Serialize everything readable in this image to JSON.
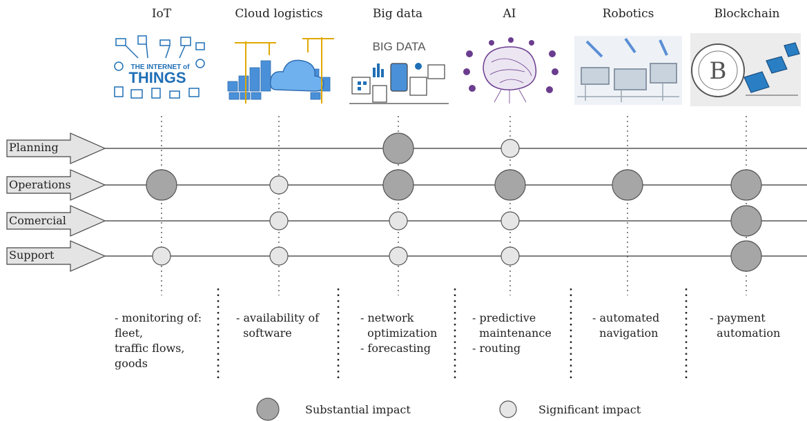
{
  "technologies": [
    {
      "title": "IoT",
      "image_text_1": "THE INTERNET of",
      "image_text_2": "THINGS"
    },
    {
      "title": "Cloud logistics"
    },
    {
      "title": "Big data",
      "image_text_1": "BIG DATA"
    },
    {
      "title": "AI"
    },
    {
      "title": "Robotics"
    },
    {
      "title": "Blockchain"
    }
  ],
  "rows": [
    {
      "label": "Planning"
    },
    {
      "label": "Operations"
    },
    {
      "label": "Comercial"
    },
    {
      "label": "Support"
    }
  ],
  "impact_matrix": [
    [
      "none",
      "none",
      "substantial",
      "significant",
      "none",
      "none"
    ],
    [
      "substantial",
      "significant",
      "substantial",
      "substantial",
      "substantial",
      "substantial"
    ],
    [
      "none",
      "significant",
      "significant",
      "significant",
      "none",
      "substantial"
    ],
    [
      "significant",
      "significant",
      "significant",
      "significant",
      "none",
      "substantial"
    ]
  ],
  "descriptions": [
    "- monitoring of:\nfleet,\ntraffic flows,\ngoods",
    "- availability of\n  software",
    "- network\n  optimization\n- forecasting",
    "- predictive\n  maintenance\n- routing",
    "- automated\n  navigation",
    "- payment\n  automation"
  ],
  "legend": {
    "substantial_label": "Substantial impact",
    "significant_label": "Significant impact"
  },
  "colors": {
    "substantial_fill": "#a6a6a6",
    "significant_fill": "#e6e6e6",
    "stroke": "#555555",
    "iot_blue": "#1f6fb5",
    "cloud_blue": "#4a90d9",
    "ai_purple": "#6b3d8f",
    "block_blue": "#2a7fc4"
  }
}
